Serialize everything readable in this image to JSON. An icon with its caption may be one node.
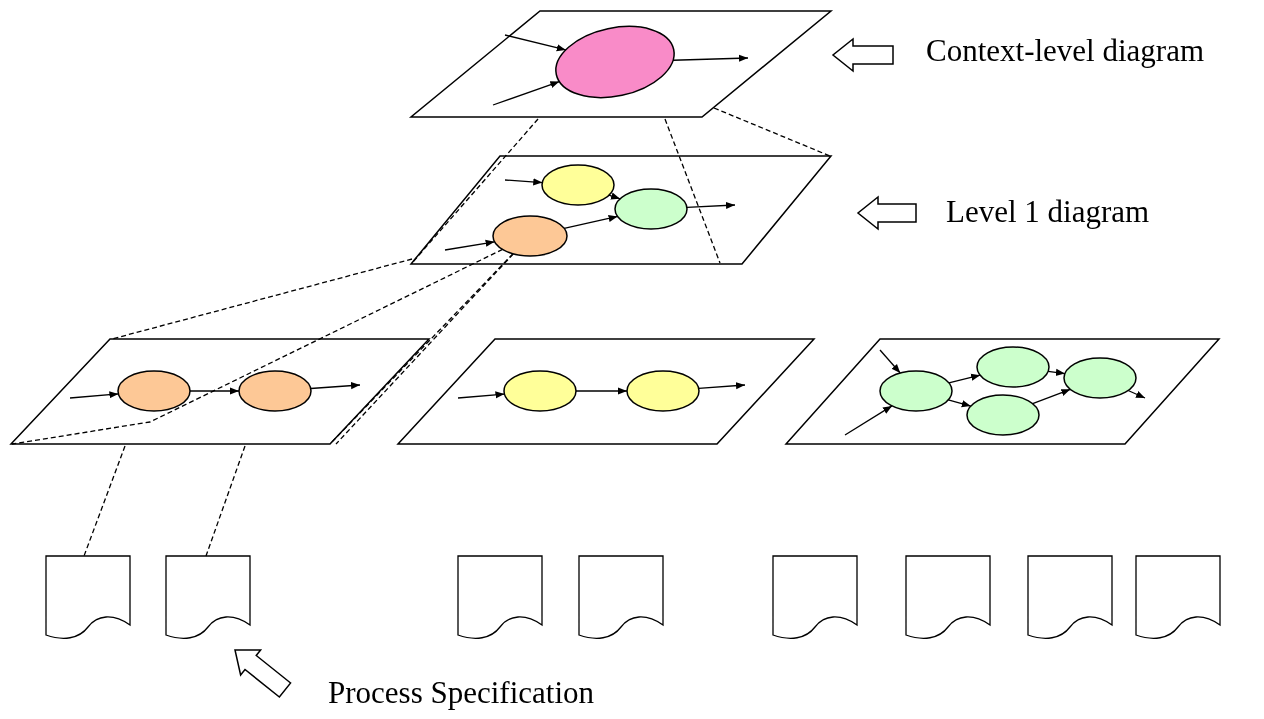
{
  "diagram": {
    "nodes": [
      {
        "text": [],
        "shape": "parallelogram"
      },
      {
        "text": [],
        "shape": "ellipse",
        "in": 0
      },
      {
        "text": [
          "Context-level diagram"
        ]
      },
      {
        "text": [],
        "shape": "parallelogram"
      },
      {
        "text": [],
        "shape": "ellipse",
        "in": 3
      },
      {
        "text": [],
        "shape": "ellipse",
        "in": 3
      },
      {
        "text": [],
        "shape": "ellipse",
        "in": 3
      },
      {
        "text": [
          "Level 1 diagram"
        ]
      },
      {
        "text": [],
        "shape": "parallelogram"
      },
      {
        "text": [],
        "shape": "ellipse",
        "in": 8
      },
      {
        "text": [],
        "shape": "ellipse",
        "in": 8
      },
      {
        "text": [],
        "shape": "parallelogram"
      },
      {
        "text": [],
        "shape": "ellipse",
        "in": 11
      },
      {
        "text": [],
        "shape": "ellipse",
        "in": 11
      },
      {
        "text": [],
        "shape": "parallelogram"
      },
      {
        "text": [],
        "shape": "ellipse",
        "in": 14
      },
      {
        "text": [],
        "shape": "ellipse",
        "in": 14
      },
      {
        "text": [],
        "shape": "ellipse",
        "in": 14
      },
      {
        "text": [],
        "shape": "ellipse",
        "in": 14
      },
      {
        "text": [],
        "shape": "document"
      },
      {
        "text": [],
        "shape": "document"
      },
      {
        "text": [],
        "shape": "document"
      },
      {
        "text": [],
        "shape": "document"
      },
      {
        "text": [],
        "shape": "document"
      },
      {
        "text": [],
        "shape": "document"
      },
      {
        "text": [],
        "shape": "document"
      },
      {
        "text": [],
        "shape": "document"
      },
      {
        "text": [
          "Process Specification"
        ]
      }
    ],
    "edges": [
      {
        "from": null,
        "to": 1,
        "arrow": "to"
      },
      {
        "from": null,
        "to": 1,
        "arrow": "to"
      },
      {
        "from": 1,
        "to": null,
        "arrow": "to"
      },
      {
        "from": 2,
        "to": 0,
        "arrow": "to",
        "style": "thick"
      },
      {
        "from": 0,
        "to": 3,
        "arrow": "none",
        "style": "dashed"
      },
      {
        "from": 0,
        "to": 3,
        "arrow": "none",
        "style": "dashed"
      },
      {
        "from": 0,
        "to": 3,
        "arrow": "none",
        "style": "dashed"
      },
      {
        "from": null,
        "to": 4,
        "arrow": "to"
      },
      {
        "from": 4,
        "to": 6,
        "arrow": "to"
      },
      {
        "from": null,
        "to": 5,
        "arrow": "to"
      },
      {
        "from": 5,
        "to": 6,
        "arrow": "to"
      },
      {
        "from": 6,
        "to": null,
        "arrow": "to"
      },
      {
        "from": 7,
        "to": 3,
        "arrow": "to",
        "style": "thick"
      },
      {
        "from": 3,
        "to": 8,
        "arrow": "none",
        "style": "dashed"
      },
      {
        "from": 5,
        "to": 8,
        "arrow": "none",
        "style": "dashed"
      },
      {
        "from": 5,
        "to": 8,
        "arrow": "none",
        "style": "dashed"
      },
      {
        "from": 5,
        "to": 8,
        "arrow": "none",
        "style": "dashed"
      },
      {
        "from": null,
        "to": 9,
        "arrow": "to"
      },
      {
        "from": 9,
        "to": 10,
        "arrow": "to"
      },
      {
        "from": 10,
        "to": null,
        "arrow": "to"
      },
      {
        "from": null,
        "to": 12,
        "arrow": "to"
      },
      {
        "from": 12,
        "to": 13,
        "arrow": "to"
      },
      {
        "from": 13,
        "to": null,
        "arrow": "to"
      },
      {
        "from": null,
        "to": 15,
        "arrow": "to"
      },
      {
        "from": null,
        "to": 15,
        "arrow": "to"
      },
      {
        "from": 15,
        "to": 16,
        "arrow": "to"
      },
      {
        "from": 15,
        "to": 17,
        "arrow": "to"
      },
      {
        "from": 16,
        "to": 18,
        "arrow": "to"
      },
      {
        "from": 17,
        "to": 18,
        "arrow": "to"
      },
      {
        "from": 18,
        "to": null,
        "arrow": "to"
      },
      {
        "from": 8,
        "to": 19,
        "arrow": "none",
        "style": "dashed"
      },
      {
        "from": 8,
        "to": 20,
        "arrow": "none",
        "style": "dashed"
      },
      {
        "from": 27,
        "to": 20,
        "arrow": "to",
        "style": "thick"
      }
    ]
  }
}
